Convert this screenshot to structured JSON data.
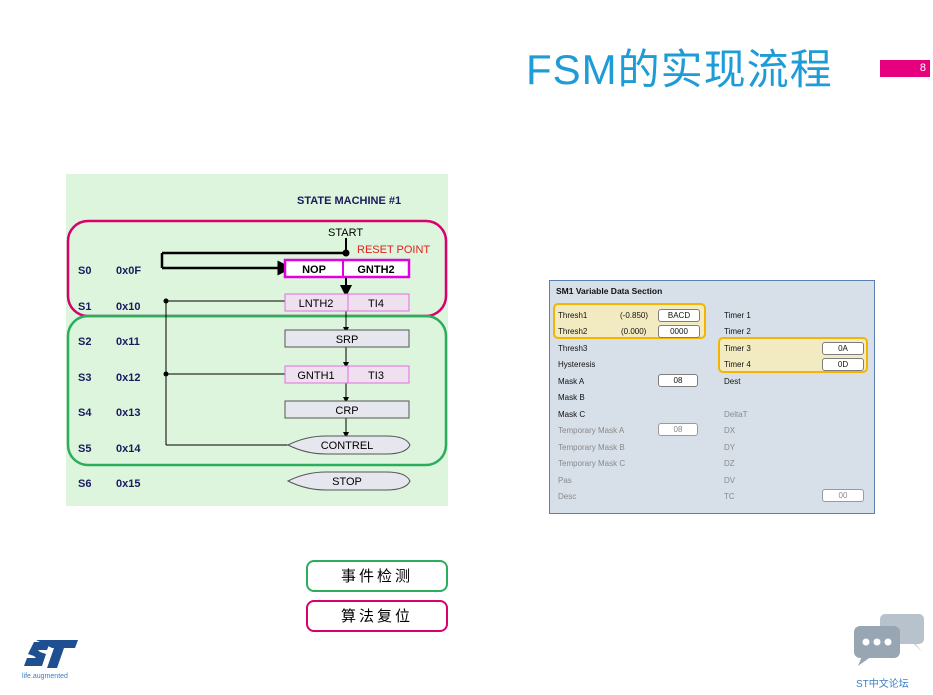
{
  "header": {
    "title": "FSM的实现流程",
    "page_number": "8"
  },
  "fsm": {
    "title": "STATE MACHINE #1",
    "start": "START",
    "reset_point": "RESET POINT",
    "states": [
      {
        "id": "S0",
        "addr": "0x0F"
      },
      {
        "id": "S1",
        "addr": "0x10"
      },
      {
        "id": "S2",
        "addr": "0x11"
      },
      {
        "id": "S3",
        "addr": "0x12"
      },
      {
        "id": "S4",
        "addr": "0x13"
      },
      {
        "id": "S5",
        "addr": "0x14"
      },
      {
        "id": "S6",
        "addr": "0x15"
      }
    ],
    "instr": {
      "s0_a": "NOP",
      "s0_b": "GNTH2",
      "s1_a": "LNTH2",
      "s1_b": "TI4",
      "s2": "SRP",
      "s3_a": "GNTH1",
      "s3_b": "TI3",
      "s4": "CRP",
      "s5": "CONTREL",
      "s6": "STOP"
    },
    "colors": {
      "reset": "#d6006f",
      "event": "#2bae5c",
      "reset_text": "#e0201c"
    }
  },
  "var_section": {
    "title": "SM1 Variable Data Section",
    "left": {
      "thresh1": "Thresh1",
      "thresh1_val": "(-0.850)",
      "thresh1_hex": "BACD",
      "thresh2": "Thresh2",
      "thresh2_val": "(0.000)",
      "thresh2_hex": "0000",
      "thresh3": "Thresh3",
      "hysteresis": "Hysteresis",
      "mask_a": "Mask A",
      "mask_a_hex": "08",
      "mask_b": "Mask B",
      "mask_c": "Mask C",
      "temp_mask_a": "Temporary Mask A",
      "temp_mask_a_hex": "08",
      "temp_mask_b": "Temporary Mask B",
      "temp_mask_c": "Temporary Mask C",
      "pas": "Pas",
      "desc": "Desc"
    },
    "right": {
      "timer1": "Timer 1",
      "timer2": "Timer 2",
      "timer3": "Timer 3",
      "timer3_hex": "0A",
      "timer4": "Timer 4",
      "timer4_hex": "0D",
      "dest": "Dest",
      "deltat": "DeltaT",
      "dx": "DX",
      "dy": "DY",
      "dz": "DZ",
      "dv": "DV",
      "tc": "TC",
      "tc_hex": "00"
    }
  },
  "legend": {
    "event": "事件检测",
    "reset": "算法复位"
  },
  "footer": {
    "tagline": "life.augmented",
    "forum": "ST中文论坛"
  }
}
